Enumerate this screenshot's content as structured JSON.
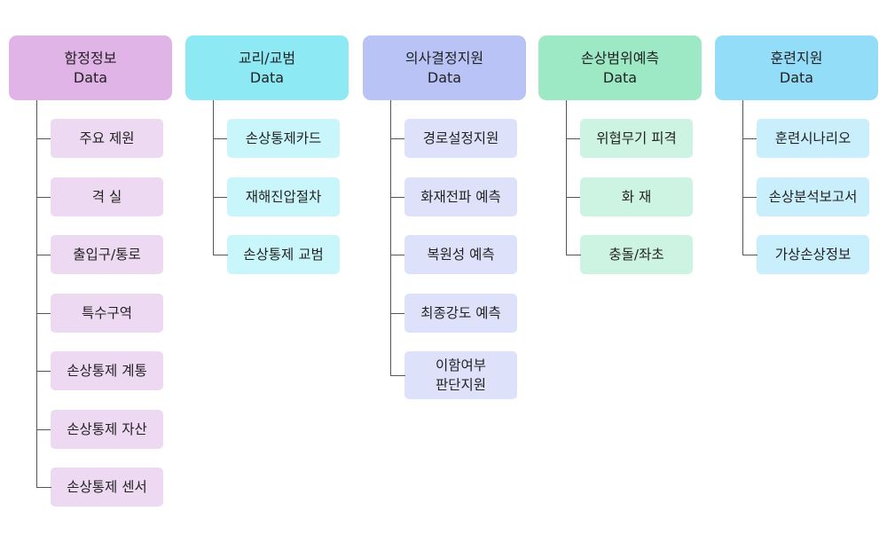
{
  "columns": [
    {
      "title": "함정정보",
      "subtitle": "Data",
      "header_color": "#e0b4e6",
      "item_color": "#eed9f3",
      "items": [
        "주요 제원",
        "격 실",
        "출입구/통로",
        "특수구역",
        "손상통제 계통",
        "손상통제 자산",
        "손상통제 센서"
      ]
    },
    {
      "title": "교리/교범",
      "subtitle": "Data",
      "header_color": "#8de9f3",
      "item_color": "#c8f6fb",
      "items": [
        "손상통제카드",
        "재해진압절차",
        "손상통제 교범"
      ]
    },
    {
      "title": "의사결정지원",
      "subtitle": "Data",
      "header_color": "#b9c3f5",
      "item_color": "#dde2fa",
      "items": [
        "경로설정지원",
        "화재전파 예측",
        "복원성 예측",
        "최종강도 예측",
        "이함여부\n판단지원"
      ]
    },
    {
      "title": "손상범위예측",
      "subtitle": "Data",
      "header_color": "#9de9c6",
      "item_color": "#cdf4e3",
      "items": [
        "위협무기 피격",
        "화 재",
        "충돌/좌초"
      ]
    },
    {
      "title": "훈련지원",
      "subtitle": "Data",
      "header_color": "#94ddf8",
      "item_color": "#c9eefc",
      "items": [
        "훈련시나리오",
        "손상분석보고서",
        "가상손상정보"
      ]
    }
  ]
}
